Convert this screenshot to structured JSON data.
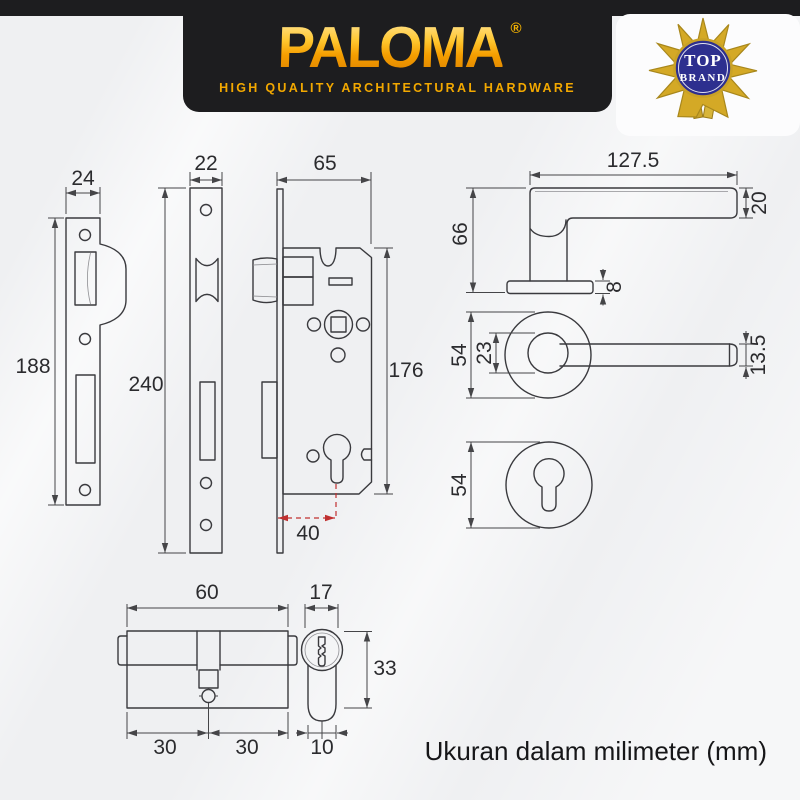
{
  "header": {
    "brand": "PALOMA",
    "registered": "®",
    "tagline": "HIGH QUALITY ARCHITECTURAL HARDWARE",
    "badge": {
      "line1": "TOP",
      "line2": "BRAND"
    }
  },
  "note": "Ukuran dalam milimeter (mm)",
  "colors": {
    "banner": "#1d1d1f",
    "gold": "#F2A800",
    "line": "#3a3a3e",
    "dim": "#454548",
    "accent_red": "#C03030",
    "background": "#eff0f2",
    "badge_navy": "#2D2F8F",
    "badge_gold": "#C9A227"
  },
  "dimensions": {
    "strike_plate": {
      "width": "24",
      "height": "188"
    },
    "lock_body": {
      "faceplate_width": "22",
      "case_depth": "65",
      "faceplate_height": "240",
      "case_height": "176",
      "backset": "40"
    },
    "handle_side": {
      "lever_length": "127.5",
      "lever_height": "20",
      "total_height": "66",
      "rose_thickness": "8"
    },
    "handle_front": {
      "rose_diameter": "54",
      "collar_diameter": "23",
      "lever_thickness": "13.5"
    },
    "escutcheon": {
      "diameter": "54"
    },
    "cylinder": {
      "total_length": "60",
      "half_left": "30",
      "half_right": "30",
      "body_width": "17",
      "body_height": "33",
      "flag_width": "10"
    }
  }
}
